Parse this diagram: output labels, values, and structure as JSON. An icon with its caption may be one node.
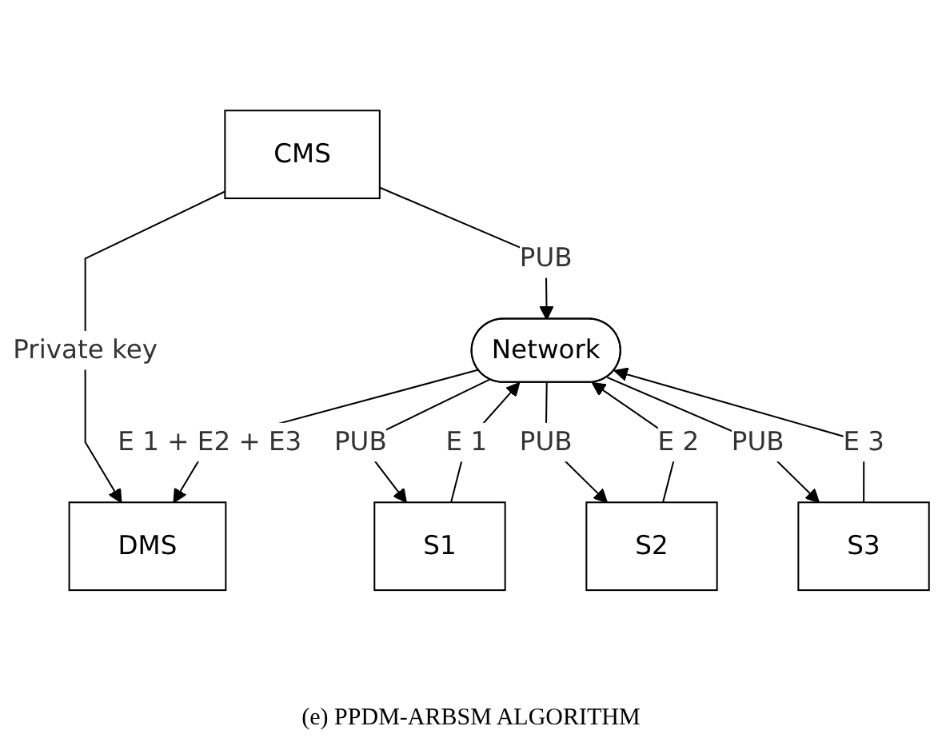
{
  "diagram": {
    "caption": "(e) PPDM-ARBSM ALGORITHM",
    "nodes": [
      {
        "text": [
          "CMS"
        ]
      },
      {
        "text": [
          "DMS"
        ]
      },
      {
        "text": [
          "Network"
        ]
      },
      {
        "text": [
          "S1"
        ]
      },
      {
        "text": [
          "S2"
        ]
      },
      {
        "text": [
          "S3"
        ]
      }
    ],
    "edges": [
      {
        "from": 0,
        "to": 1,
        "arrow": "to",
        "label": "Private key"
      },
      {
        "from": 0,
        "to": 2,
        "arrow": "to",
        "label": "PUB"
      },
      {
        "from": 2,
        "to": 1,
        "arrow": "to",
        "label": "E 1 + E2 + E3"
      },
      {
        "from": 2,
        "to": 3,
        "arrow": "to",
        "label": "PUB"
      },
      {
        "from": 3,
        "to": 2,
        "arrow": "to",
        "label": "E 1"
      },
      {
        "from": 4,
        "to": 2,
        "arrow": "to",
        "label": "E 2"
      },
      {
        "from": 2,
        "to": 4,
        "arrow": "to",
        "label": "PUB"
      },
      {
        "from": 5,
        "to": 2,
        "arrow": "to",
        "label": "E 3"
      },
      {
        "from": 2,
        "to": 5,
        "arrow": "to",
        "label": "PUB"
      }
    ]
  }
}
